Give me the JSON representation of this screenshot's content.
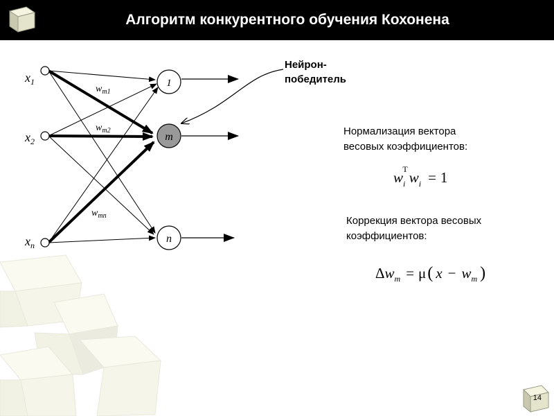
{
  "slide": {
    "title": "Алгоритм конкурентного обучения Кохонена",
    "slide_number": "14"
  },
  "network": {
    "inputs": [
      {
        "var": "x",
        "sub": "1"
      },
      {
        "var": "x",
        "sub": "2"
      },
      {
        "var": "x",
        "sub": "n"
      }
    ],
    "neurons": [
      {
        "label": "1",
        "winner": false
      },
      {
        "label": "m",
        "winner": true
      },
      {
        "label": "n",
        "winner": false
      }
    ],
    "weight_labels": [
      {
        "var": "w",
        "sub": "m1"
      },
      {
        "var": "w",
        "sub": "m2"
      },
      {
        "var": "w",
        "sub": "mn"
      }
    ]
  },
  "winner_callout": {
    "line1": "Нейрон-",
    "line2": "победитель"
  },
  "normalization": {
    "caption_line1": "Нормализация вектора",
    "caption_line2": "весовых коэффициентов:",
    "w": "w",
    "sub_i": "i",
    "sup_T": "T",
    "equals": "=",
    "one": "1"
  },
  "correction": {
    "caption_line1": "Коррекция вектора весовых",
    "caption_line2": "коэффициентов:",
    "delta": "Δ",
    "w": "w",
    "sub_m": "m",
    "equals": "=",
    "mu": "μ",
    "lparen": "(",
    "x": "x",
    "minus": "−",
    "rparen": ")"
  },
  "colors": {
    "title_bg": "#000000",
    "title_fg": "#ffffff",
    "winner_fill": "#999999",
    "cube_face": "#f1f1dc"
  }
}
